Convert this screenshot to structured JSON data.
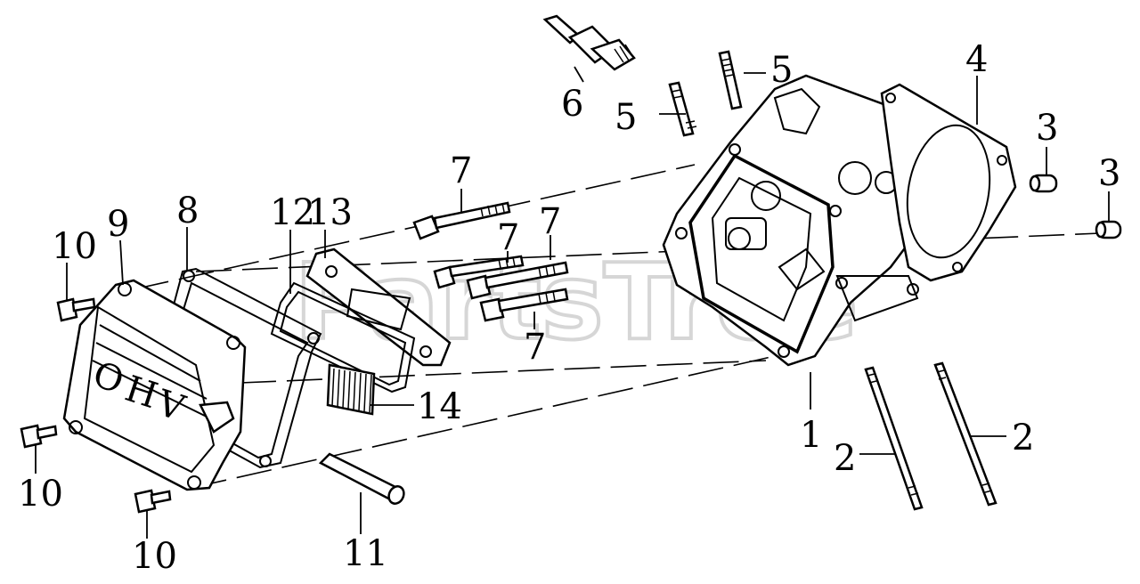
{
  "watermark": "PartsTree",
  "callouts": [
    {
      "id": "c1",
      "label": "1"
    },
    {
      "id": "c2a",
      "label": "2"
    },
    {
      "id": "c2b",
      "label": "2"
    },
    {
      "id": "c3a",
      "label": "3"
    },
    {
      "id": "c3b",
      "label": "3"
    },
    {
      "id": "c4",
      "label": "4"
    },
    {
      "id": "c5a",
      "label": "5"
    },
    {
      "id": "c5b",
      "label": "5"
    },
    {
      "id": "c6",
      "label": "6"
    },
    {
      "id": "c7a",
      "label": "7"
    },
    {
      "id": "c7b",
      "label": "7"
    },
    {
      "id": "c7c",
      "label": "7"
    },
    {
      "id": "c7d",
      "label": "7"
    },
    {
      "id": "c8",
      "label": "8"
    },
    {
      "id": "c9",
      "label": "9"
    },
    {
      "id": "c10a",
      "label": "10"
    },
    {
      "id": "c10b",
      "label": "10"
    },
    {
      "id": "c10c",
      "label": "10"
    },
    {
      "id": "c11",
      "label": "11"
    },
    {
      "id": "c12",
      "label": "12"
    },
    {
      "id": "c13",
      "label": "13"
    },
    {
      "id": "c14",
      "label": "14"
    }
  ],
  "cover_text": [
    "O",
    "H",
    "V"
  ]
}
